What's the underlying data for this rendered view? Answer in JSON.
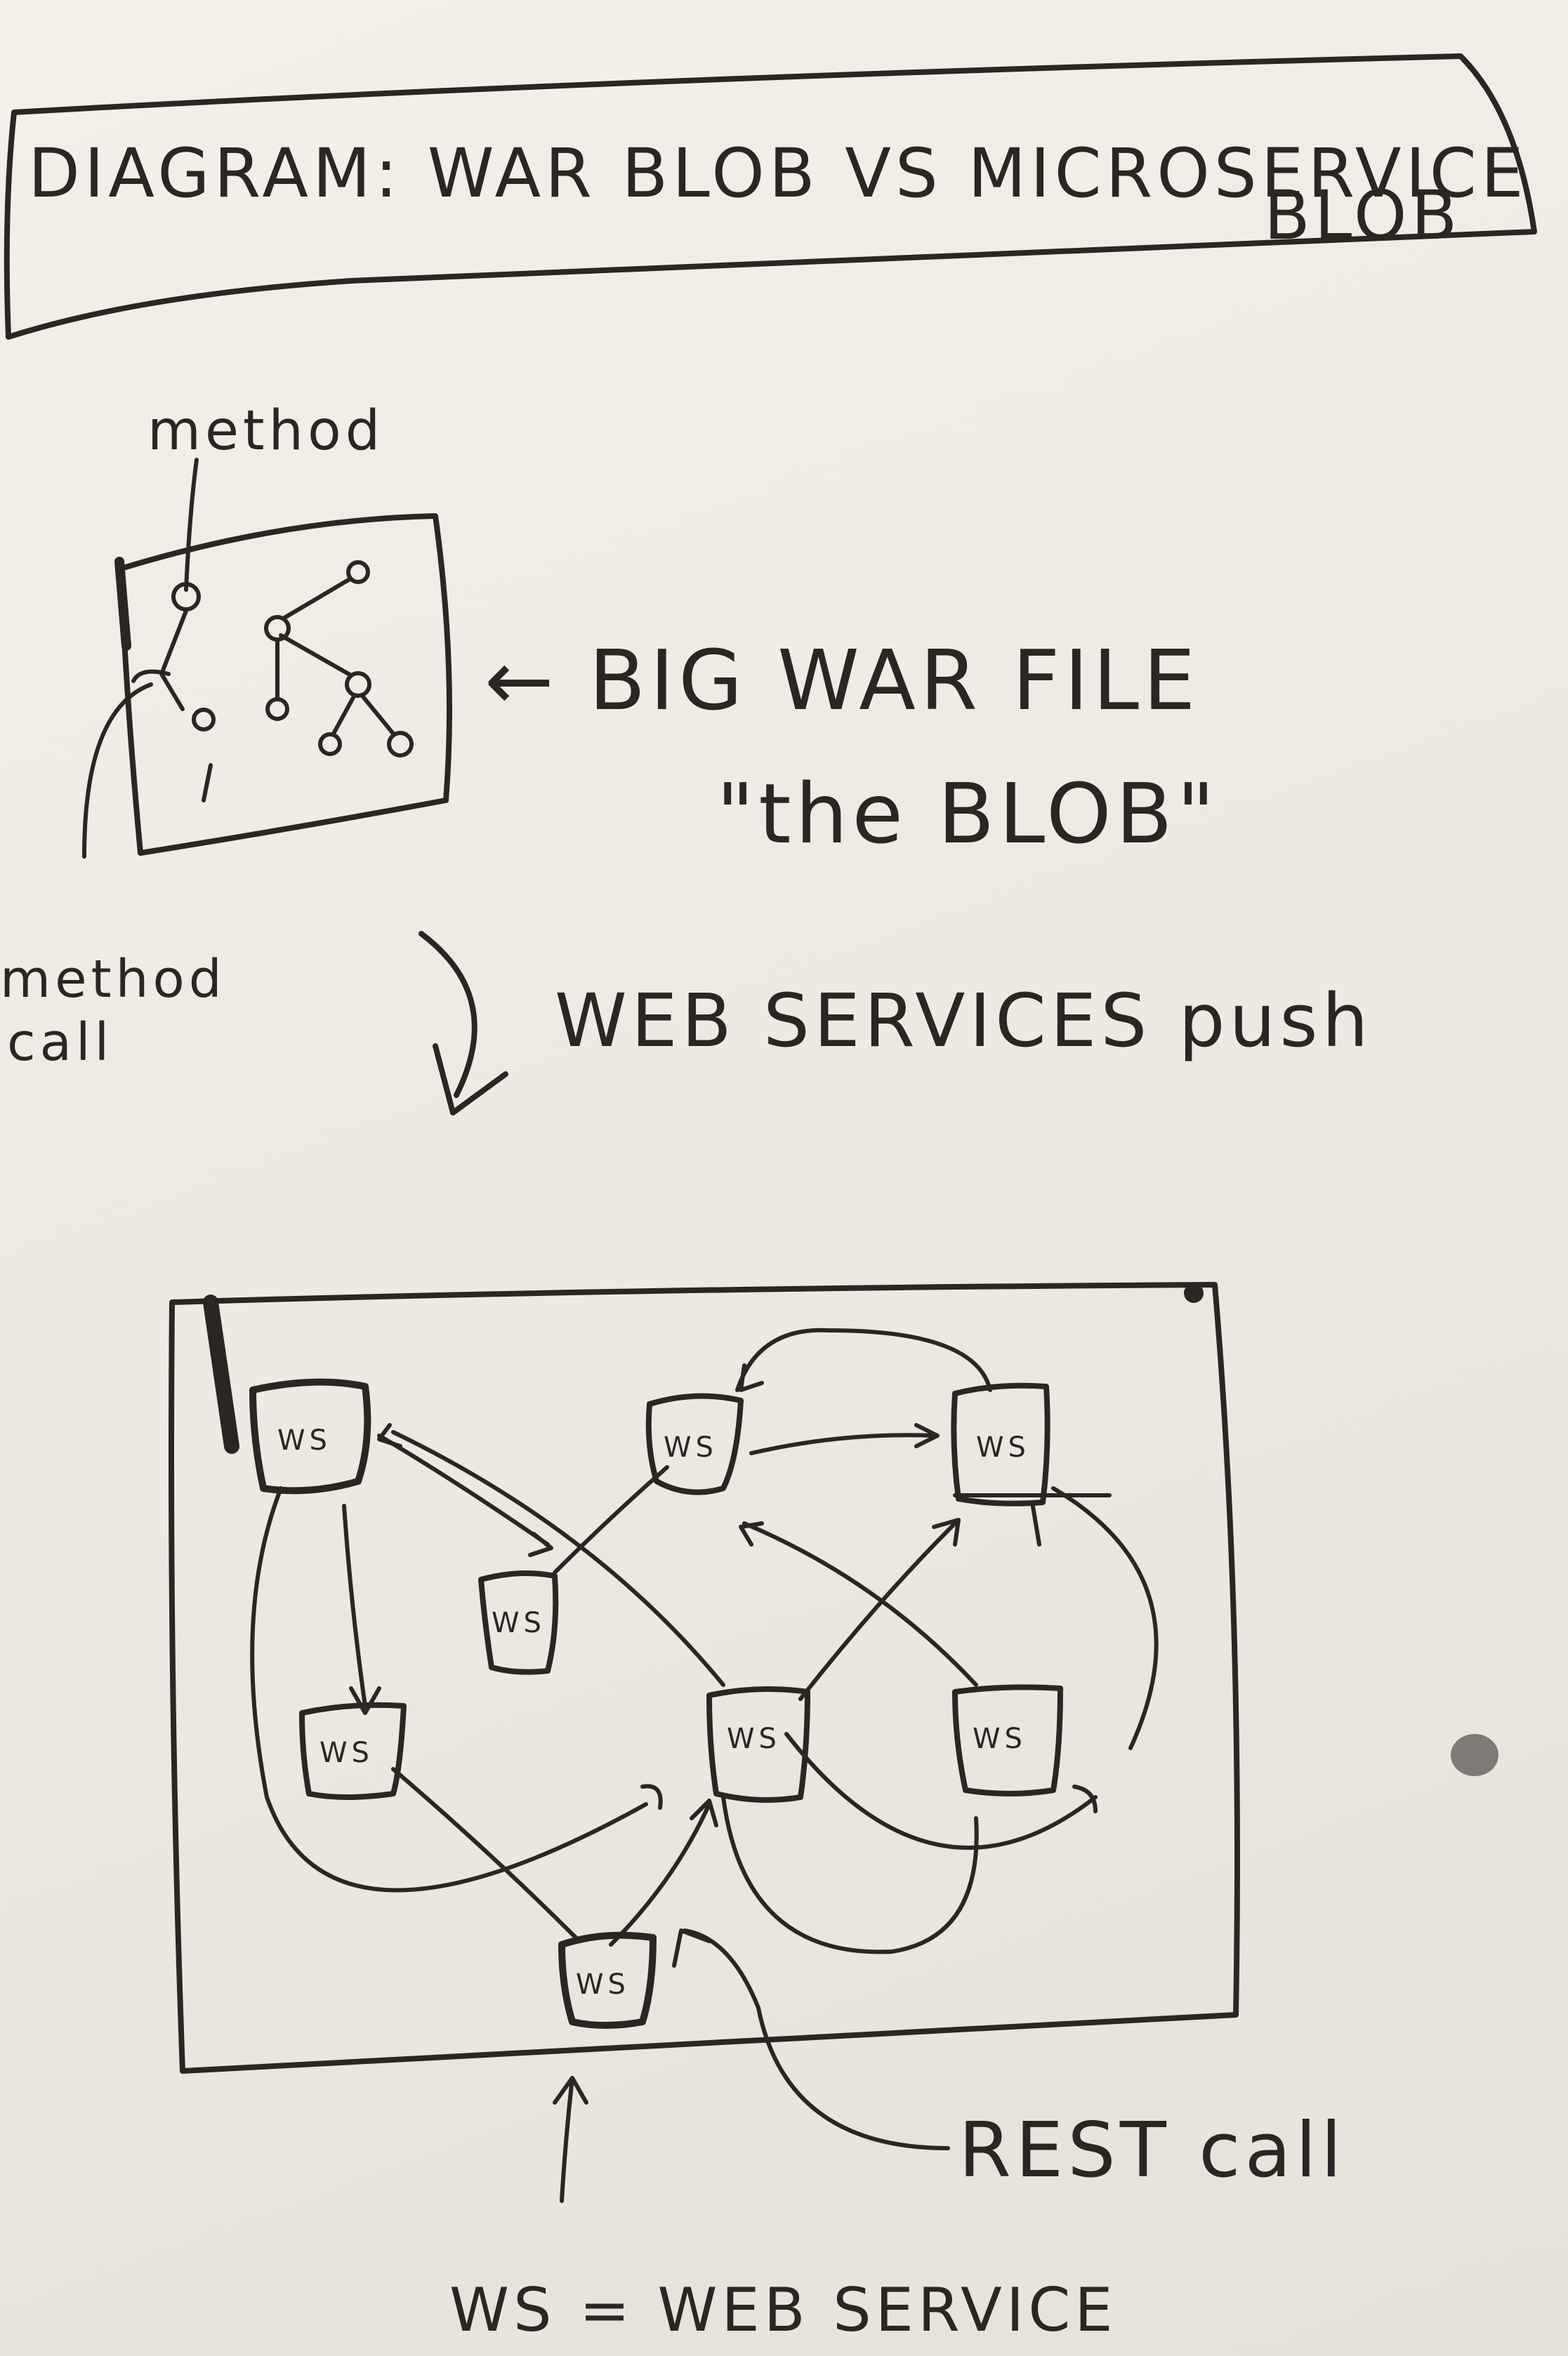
{
  "title": {
    "line1": "DIAGRAM: WAR BLOB VS MICROSERVICE",
    "line2": "BLOB"
  },
  "blob": {
    "method_label": "method",
    "method_call_label": [
      "method",
      "call"
    ],
    "caption_line1": "← BIG WAR FILE",
    "caption_line2": "\"the BLOB\""
  },
  "transition": {
    "label": "WEB SERVICES push"
  },
  "microservices": {
    "node_label": "WS",
    "rest_call_label": "REST call",
    "legend": "WS = WEB SERVICE"
  },
  "ink_color": "#2a2624",
  "paper_color": "#efece4"
}
